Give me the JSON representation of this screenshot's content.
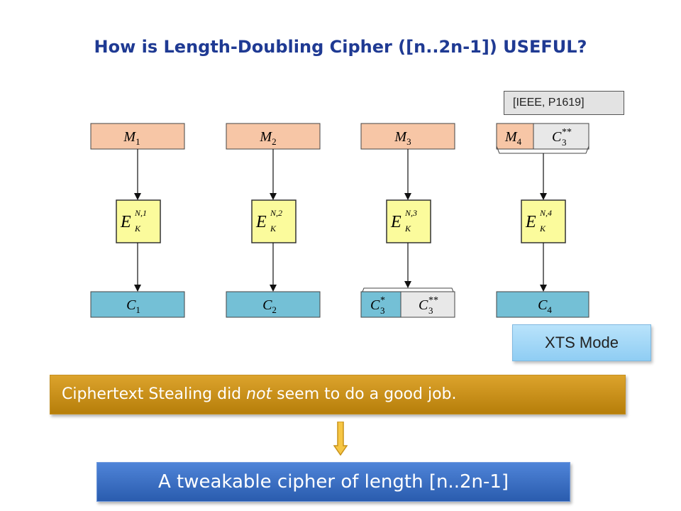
{
  "slide": {
    "title": "How is Length-Doubling Cipher ([n..2n-1]) USEFUL?",
    "reference": "[IEEE, P1619]",
    "xts_label": "XTS Mode",
    "ciphertext_stealing": {
      "before": "Ciphertext Stealing did ",
      "emph": "not",
      "after": " seem to do a good job."
    },
    "conclusion": "A tweakable cipher of length [n..2n-1]"
  },
  "diagram": {
    "blocks": [
      {
        "m": "M",
        "m_sub": "1",
        "e": "E",
        "e_sup": "N,1",
        "e_sub": "K",
        "c": "C",
        "c_sub": "1"
      },
      {
        "m": "M",
        "m_sub": "2",
        "e": "E",
        "e_sup": "N,2",
        "e_sub": "K",
        "c": "C",
        "c_sub": "2"
      },
      {
        "m": "M",
        "m_sub": "3",
        "e": "E",
        "e_sup": "N,3",
        "e_sub": "K",
        "c_split": [
          {
            "c": "C",
            "c_sub": "3",
            "c_sup": "*"
          },
          {
            "c": "C",
            "c_sub": "3",
            "c_sup": "**"
          }
        ]
      },
      {
        "m_split": [
          {
            "m": "M",
            "m_sub": "4"
          },
          {
            "c": "C",
            "c_sub": "3",
            "c_sup": "**"
          }
        ],
        "e": "E",
        "e_sup": "N,4",
        "e_sub": "K",
        "c": "C",
        "c_sub": "4"
      }
    ],
    "colors": {
      "message": "#f7c6a6",
      "cipher": "#74c0d6",
      "encrypt": "#fbfb9c",
      "stolen": "#e8e8e8",
      "title": "#1f3a93",
      "xts": "#9fd5f5",
      "cts": "#c98f18",
      "conclusion": "#3a6fc4"
    }
  }
}
